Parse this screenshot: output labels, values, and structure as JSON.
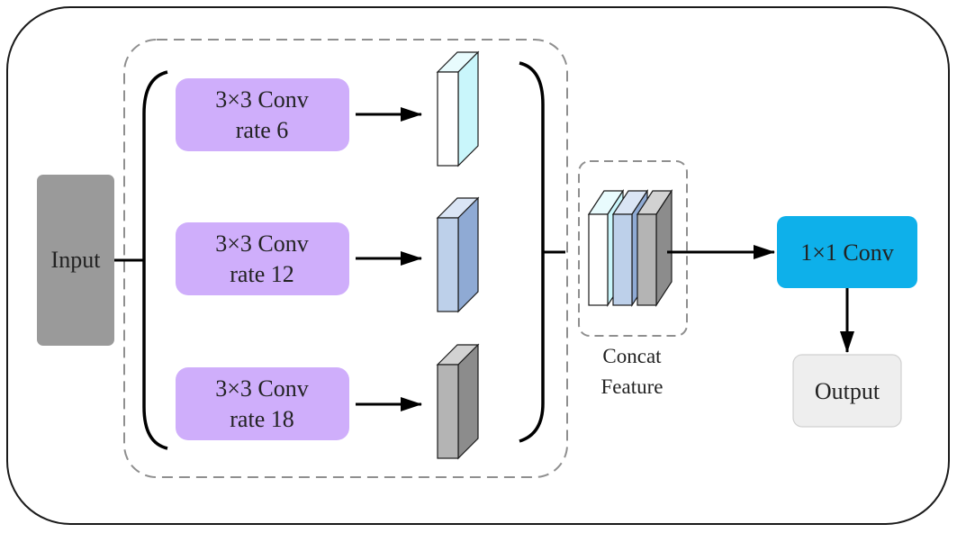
{
  "input_block": {
    "label": "Input",
    "color": "#9a9a9a"
  },
  "branches": [
    {
      "line1": "3×3 Conv",
      "line2": "rate 6",
      "box_color": "#cfaefb",
      "feature_front": "#ffffff",
      "feature_side": "#c9f6fb",
      "feature_top": "#e8fbfd"
    },
    {
      "line1": "3×3 Conv",
      "line2": "rate 12",
      "box_color": "#cfaefb",
      "feature_front": "#bdd0ea",
      "feature_side": "#8faad4",
      "feature_top": "#dae5f5"
    },
    {
      "line1": "3×3 Conv",
      "line2": "rate 18",
      "box_color": "#cfaefb",
      "feature_front": "#b4b4b4",
      "feature_side": "#8c8c8c",
      "feature_top": "#d2d2d2"
    }
  ],
  "concat": {
    "line1": "Concat",
    "line2": "Feature"
  },
  "conv1x1": {
    "label": "1×1 Conv",
    "color": "#0eb0ea"
  },
  "output_block": {
    "label": "Output",
    "color": "#eeeeee"
  },
  "colors": {
    "outline": "#1a1a1a",
    "dashed": "#8f8f8f",
    "arrow": "#000000"
  }
}
